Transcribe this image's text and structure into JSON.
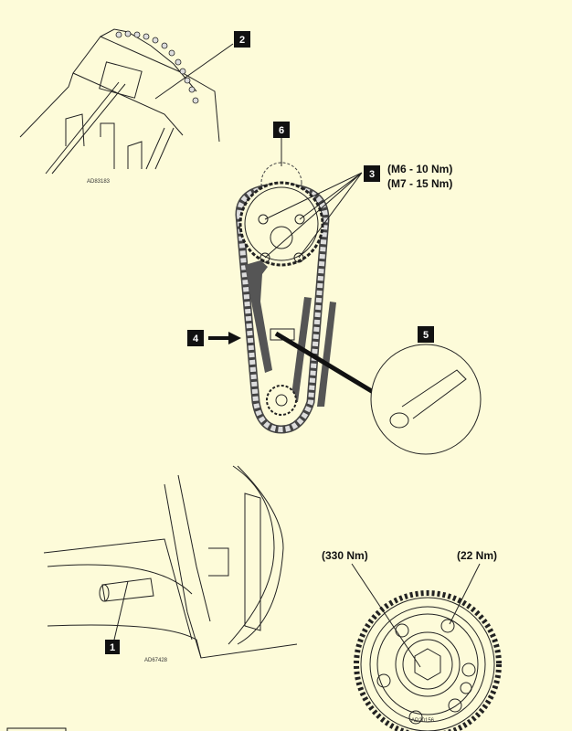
{
  "callouts": {
    "c1": "1",
    "c2": "2",
    "c3": "3",
    "c4": "4",
    "c5": "5",
    "c6": "6"
  },
  "torque": {
    "m6": "(M6 - 10 Nm)",
    "m7": "(M7 - 15 Nm)",
    "crank_bolt": "(330 Nm)",
    "sprocket_bolts": "(22 Nm)"
  },
  "refs": {
    "top": "AD83183",
    "left": "AD67428",
    "right": "AD20156"
  },
  "colors": {
    "background": "#fdfbd9",
    "callout": "#111111",
    "guide": "#4a4a4a"
  }
}
